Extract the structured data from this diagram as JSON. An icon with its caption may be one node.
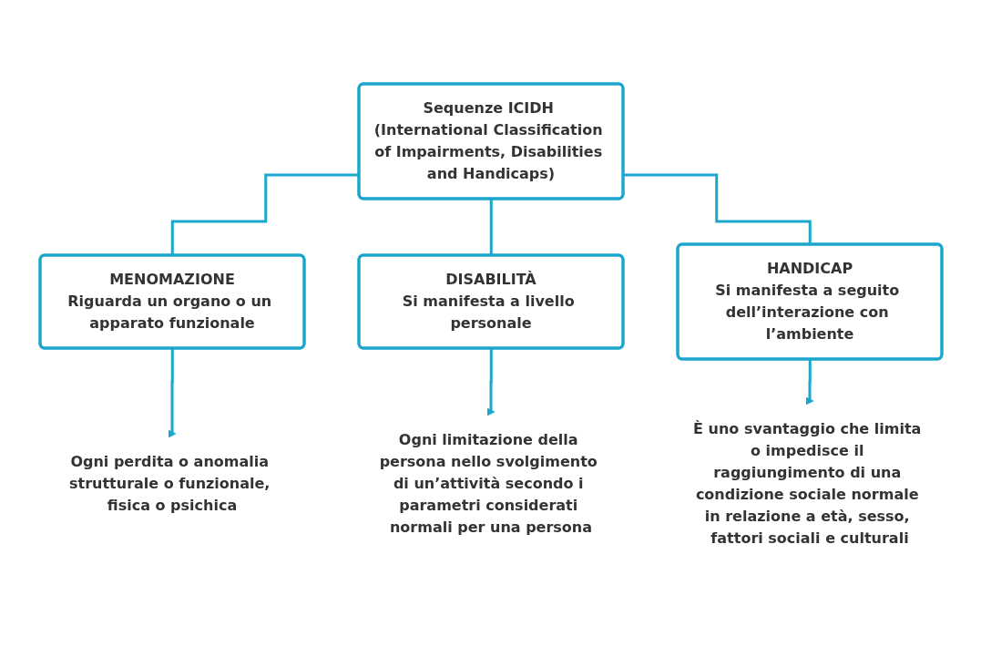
{
  "diagram": {
    "nodes": [
      {
        "text": [
          "Sequenze ICIDH (International Classification of Impairments, Disabilities and Handicaps)"
        ]
      },
      {
        "text": [
          "MENOMAZIONE",
          "Riguarda un organo o un apparato funzionale"
        ]
      },
      {
        "text": [
          "DISABILITÀ",
          "Si manifesta a livello personale"
        ]
      },
      {
        "text": [
          "HANDICAP",
          "Si manifesta a seguito dell’interazione con l’ambiente"
        ]
      },
      {
        "text": [
          "Ogni perdita o anomalia strutturale o funzionale, fisica o psichica"
        ]
      },
      {
        "text": [
          "Ogni limitazione della persona nello svolgimento di un’attività secondo i parametri considerati normali per una persona"
        ]
      },
      {
        "text": [
          "È uno svantaggio che limita o impedisce il raggiungimento di una condizione sociale normale in relazione a età, sesso, fattori sociali e culturali"
        ]
      }
    ],
    "edges": [
      {
        "from": 0,
        "to": 1,
        "arrow": "none"
      },
      {
        "from": 0,
        "to": 2,
        "arrow": "none"
      },
      {
        "from": 0,
        "to": 3,
        "arrow": "none"
      },
      {
        "from": 1,
        "to": 4,
        "arrow": "to"
      },
      {
        "from": 2,
        "to": 5,
        "arrow": "to"
      },
      {
        "from": 3,
        "to": 6,
        "arrow": "to"
      }
    ]
  }
}
